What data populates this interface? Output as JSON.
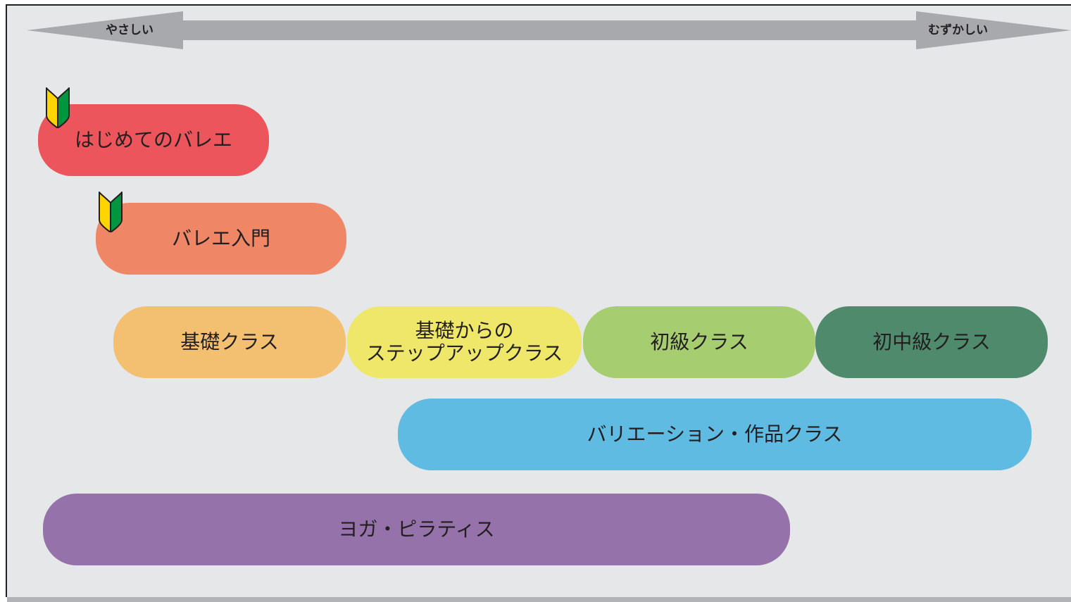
{
  "scale": {
    "easy_label": "やさしい",
    "hard_label": "むずかしい",
    "arrow_color": "#a7a9ac"
  },
  "classes": [
    {
      "label": "はじめてのバレエ",
      "color": "#ec555b",
      "beginner_mark": true
    },
    {
      "label": "バレエ入門",
      "color": "#ef8666",
      "beginner_mark": true
    },
    {
      "label": "基礎クラス",
      "color": "#f3c072"
    },
    {
      "label_line1": "基礎からの",
      "label_line2": "ステップアップクラス",
      "color": "#eee76a"
    },
    {
      "label": "初級クラス",
      "color": "#a6cd6f"
    },
    {
      "label": "初中級クラス",
      "color": "#4e8a6b"
    },
    {
      "label": "バリエーション・作品クラス",
      "color": "#60bbe2"
    },
    {
      "label": "ヨガ・ピラティス",
      "color": "#9672aa"
    }
  ],
  "icons": {
    "beginner_mark": "wakaba-mark-icon"
  },
  "mark_colors": {
    "left": "#ffd400",
    "right": "#00963f"
  }
}
